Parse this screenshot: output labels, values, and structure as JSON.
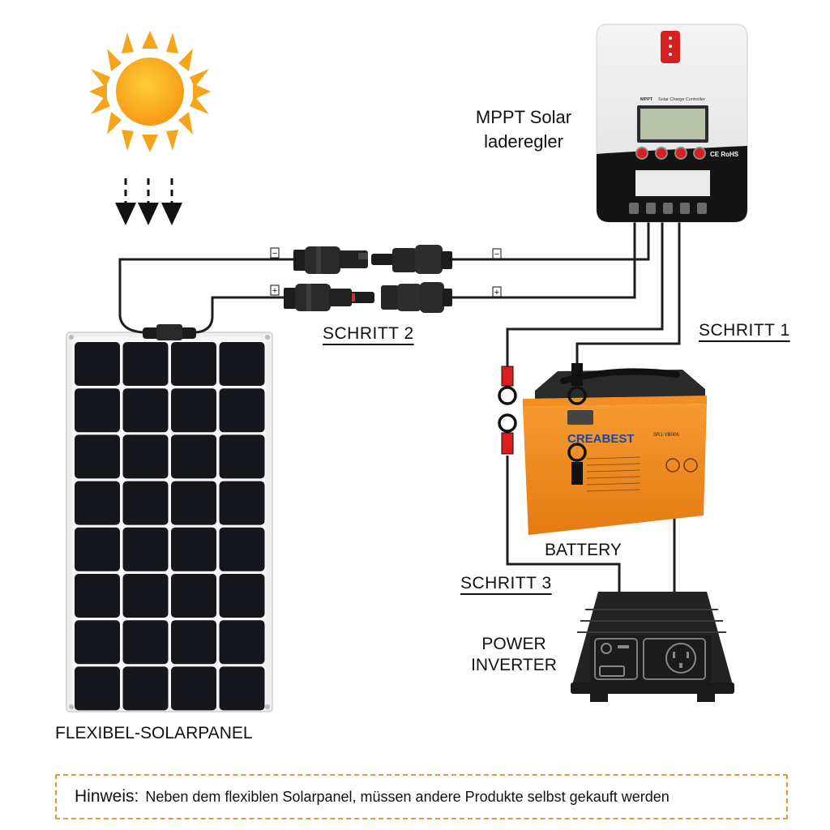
{
  "labels": {
    "controller": "MPPT Solar laderegler",
    "step1": "SCHRITT 1",
    "step2": "SCHRITT 2",
    "step3": "SCHRITT 3",
    "battery": "BATTERY",
    "inverter": "POWER INVERTER",
    "panel": "FLEXIBEL-SOLARPANEL"
  },
  "controller_device": {
    "model_text": "Solar Charge Controller",
    "brand_text": "MPPT",
    "marks": "CE RoHS"
  },
  "battery_device": {
    "brand": "CREABEST",
    "model": "SR1-VB006"
  },
  "connectors": {
    "minus": "−",
    "plus": "+"
  },
  "note": {
    "keyword": "Hinweis:",
    "text": "Neben dem flexiblen Solarpanel, müssen andere Produkte selbst gekauft werden"
  },
  "colors": {
    "sun": "#f5a51c",
    "battery": "#f08a1e",
    "note_border": "#e8963c",
    "wire": "#222222",
    "red_terminal": "#d81e1e"
  },
  "icons": [
    "sun-icon",
    "down-arrows-icon",
    "solar-panel",
    "charge-controller",
    "mc4-connector",
    "battery",
    "power-inverter"
  ]
}
